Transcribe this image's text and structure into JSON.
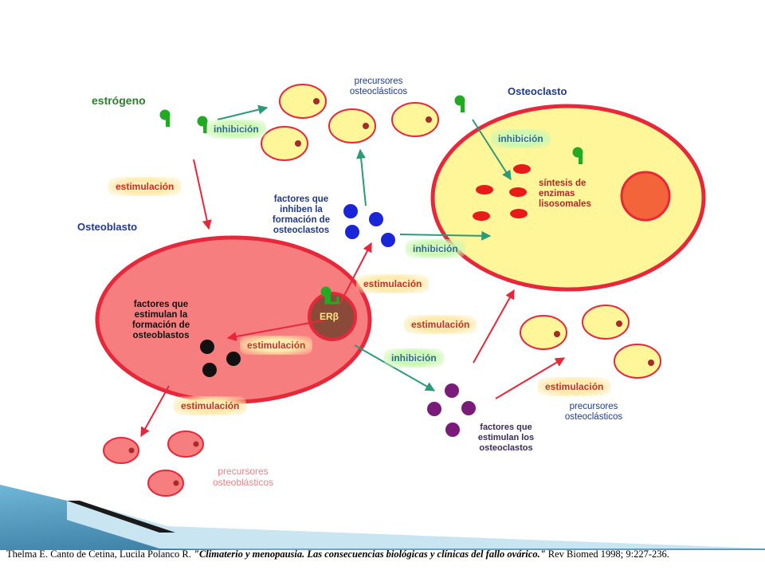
{
  "diagram": {
    "labels": {
      "estrogen": "estrógeno",
      "osteoblast": "Osteoblasto",
      "osteoclast": "Osteoclasto",
      "receptor": "ERβ",
      "osteoclast_precursors_top": "precursores\nosteoclásticos",
      "osteoclast_precursors_bottom": "precursores\nosteoclásticos",
      "osteoblast_precursors": "precursores\nosteoblásticos",
      "enzyme_synthesis": "síntesis de\nenzimas\nlisosomales",
      "factors_inhibit_osteoclasts": "factores que\ninhiben la\nformación de\nosteoclastos",
      "factors_stimulate_osteoblasts": "factores que\nestimulan la\nformación de\nosteoblastos",
      "factors_stimulate_osteoclasts": "factores que\nestimulan los\nosteoclastos"
    },
    "actions": {
      "inhibition_1": "inhibición",
      "inhibition_2": "inhibición",
      "inhibition_3": "inhibición",
      "inhibition_4": "inhibición",
      "stimulation_1": "estimulación",
      "stimulation_2": "estimulación",
      "stimulation_3": "estimulación",
      "stimulation_4": "estimulación",
      "stimulation_5": "estimulación",
      "stimulation_6": "estimulación"
    },
    "colors": {
      "osteoclast_fill": "#fff69a",
      "osteoclast_border": "#e8283a",
      "osteoblast_fill": "#f77e7e",
      "osteoblast_border": "#e8283a",
      "nucleus_osteoclast": "#f4643a",
      "receptor_fill": "#8a4a3a",
      "stimulation_arrow": "#e8283a",
      "inhibition_arrow": "#2a9a78",
      "estrogen_molecule": "#22aa22",
      "inhibit_factor": "#1a24d8",
      "osteoblast_factor": "#111111",
      "osteoclast_factor": "#7a1a7a",
      "enzyme": "#e81a1a"
    }
  },
  "citation": {
    "authors": "Thelma E. Canto de Cetina, Lucila Polanco R.",
    "title_part": "\"Climaterio y menopausia. Las consecuencias biológicas y clínicas del fallo ovárico.\"",
    "journal": " Rev Biomed 1998; 9:227-236."
  }
}
